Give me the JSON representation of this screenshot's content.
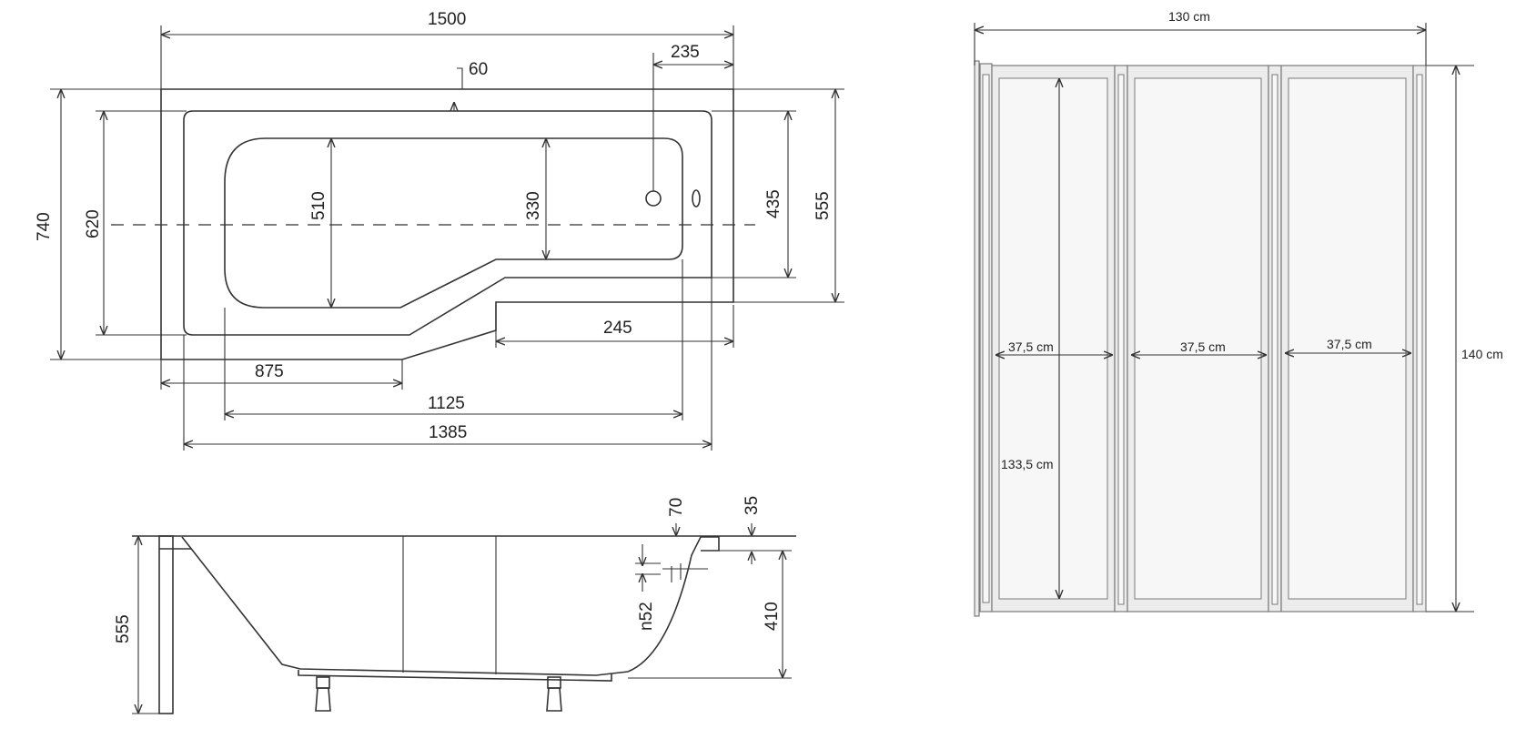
{
  "top_view": {
    "overall_length": "1500",
    "rim_offset": "60",
    "drain_offset": "235",
    "overall_width": "740",
    "inner_width": "620",
    "basin_width": "510",
    "basin_narrow_width": "330",
    "narrow_end_width": "435",
    "wide_end_width": "555",
    "step_length": "245",
    "narrow_length": "875",
    "basin_length": "1125",
    "inner_length": "1385"
  },
  "side_view": {
    "height_total": "555",
    "height_inner": "410",
    "rim_70": "70",
    "rim_35": "35",
    "overflow_label": "n52"
  },
  "screen_view": {
    "total_width": "130 cm",
    "total_height": "140 cm",
    "panel_1_width": "37,5 cm",
    "panel_2_width": "37,5 cm",
    "panel_3_width": "37,5 cm",
    "panel_height": "133,5 cm"
  }
}
